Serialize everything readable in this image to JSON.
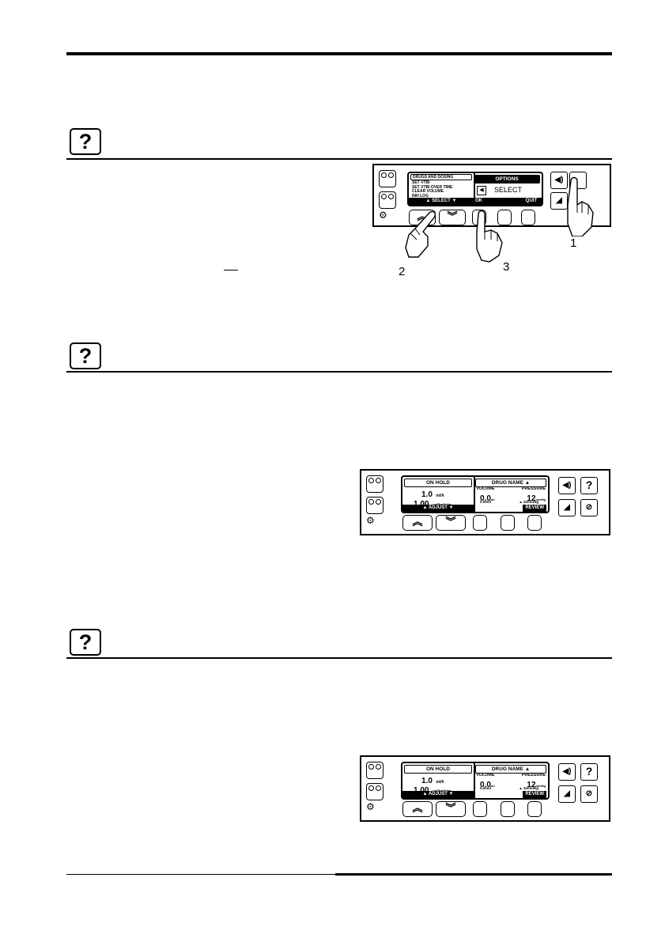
{
  "icons": {
    "help": "question-mark-icon",
    "hand": "pointing-hand-icon"
  },
  "help_symbol": "?",
  "figure1": {
    "menu_items": [
      "DRUGS AND DOSING",
      "SET VTBI",
      "SET VTBI OVER TIME",
      "CLEAR VOLUME",
      "INH LOG"
    ],
    "bottom_left": "▲ SELECT ▼",
    "options_header": "OPTIONS",
    "select_label": "SELECT",
    "ok_label": "OK",
    "quit_label": "QUIT",
    "callouts": [
      "1",
      "2",
      "3"
    ]
  },
  "status_screen": {
    "header_left": "ON HOLD",
    "rate_value": "1.0",
    "rate_unit": "ml/h",
    "dose_value": "1.00",
    "dose_unit": "ug/kg/min",
    "bottom_left": "▲ ADJUST ▼",
    "header_right": "DRUG NAME ▲",
    "volume_label": "VOLUME",
    "volume_value": "0.0",
    "volume_unit": "ml",
    "volume_sub": "0.00ml",
    "pressure_label": "PRESSURE",
    "pressure_value": "12",
    "pressure_unit": "mmHg",
    "pressure_sub": "▲ 42mmHg",
    "review_label": "REVIEW",
    "help_key": "?"
  }
}
